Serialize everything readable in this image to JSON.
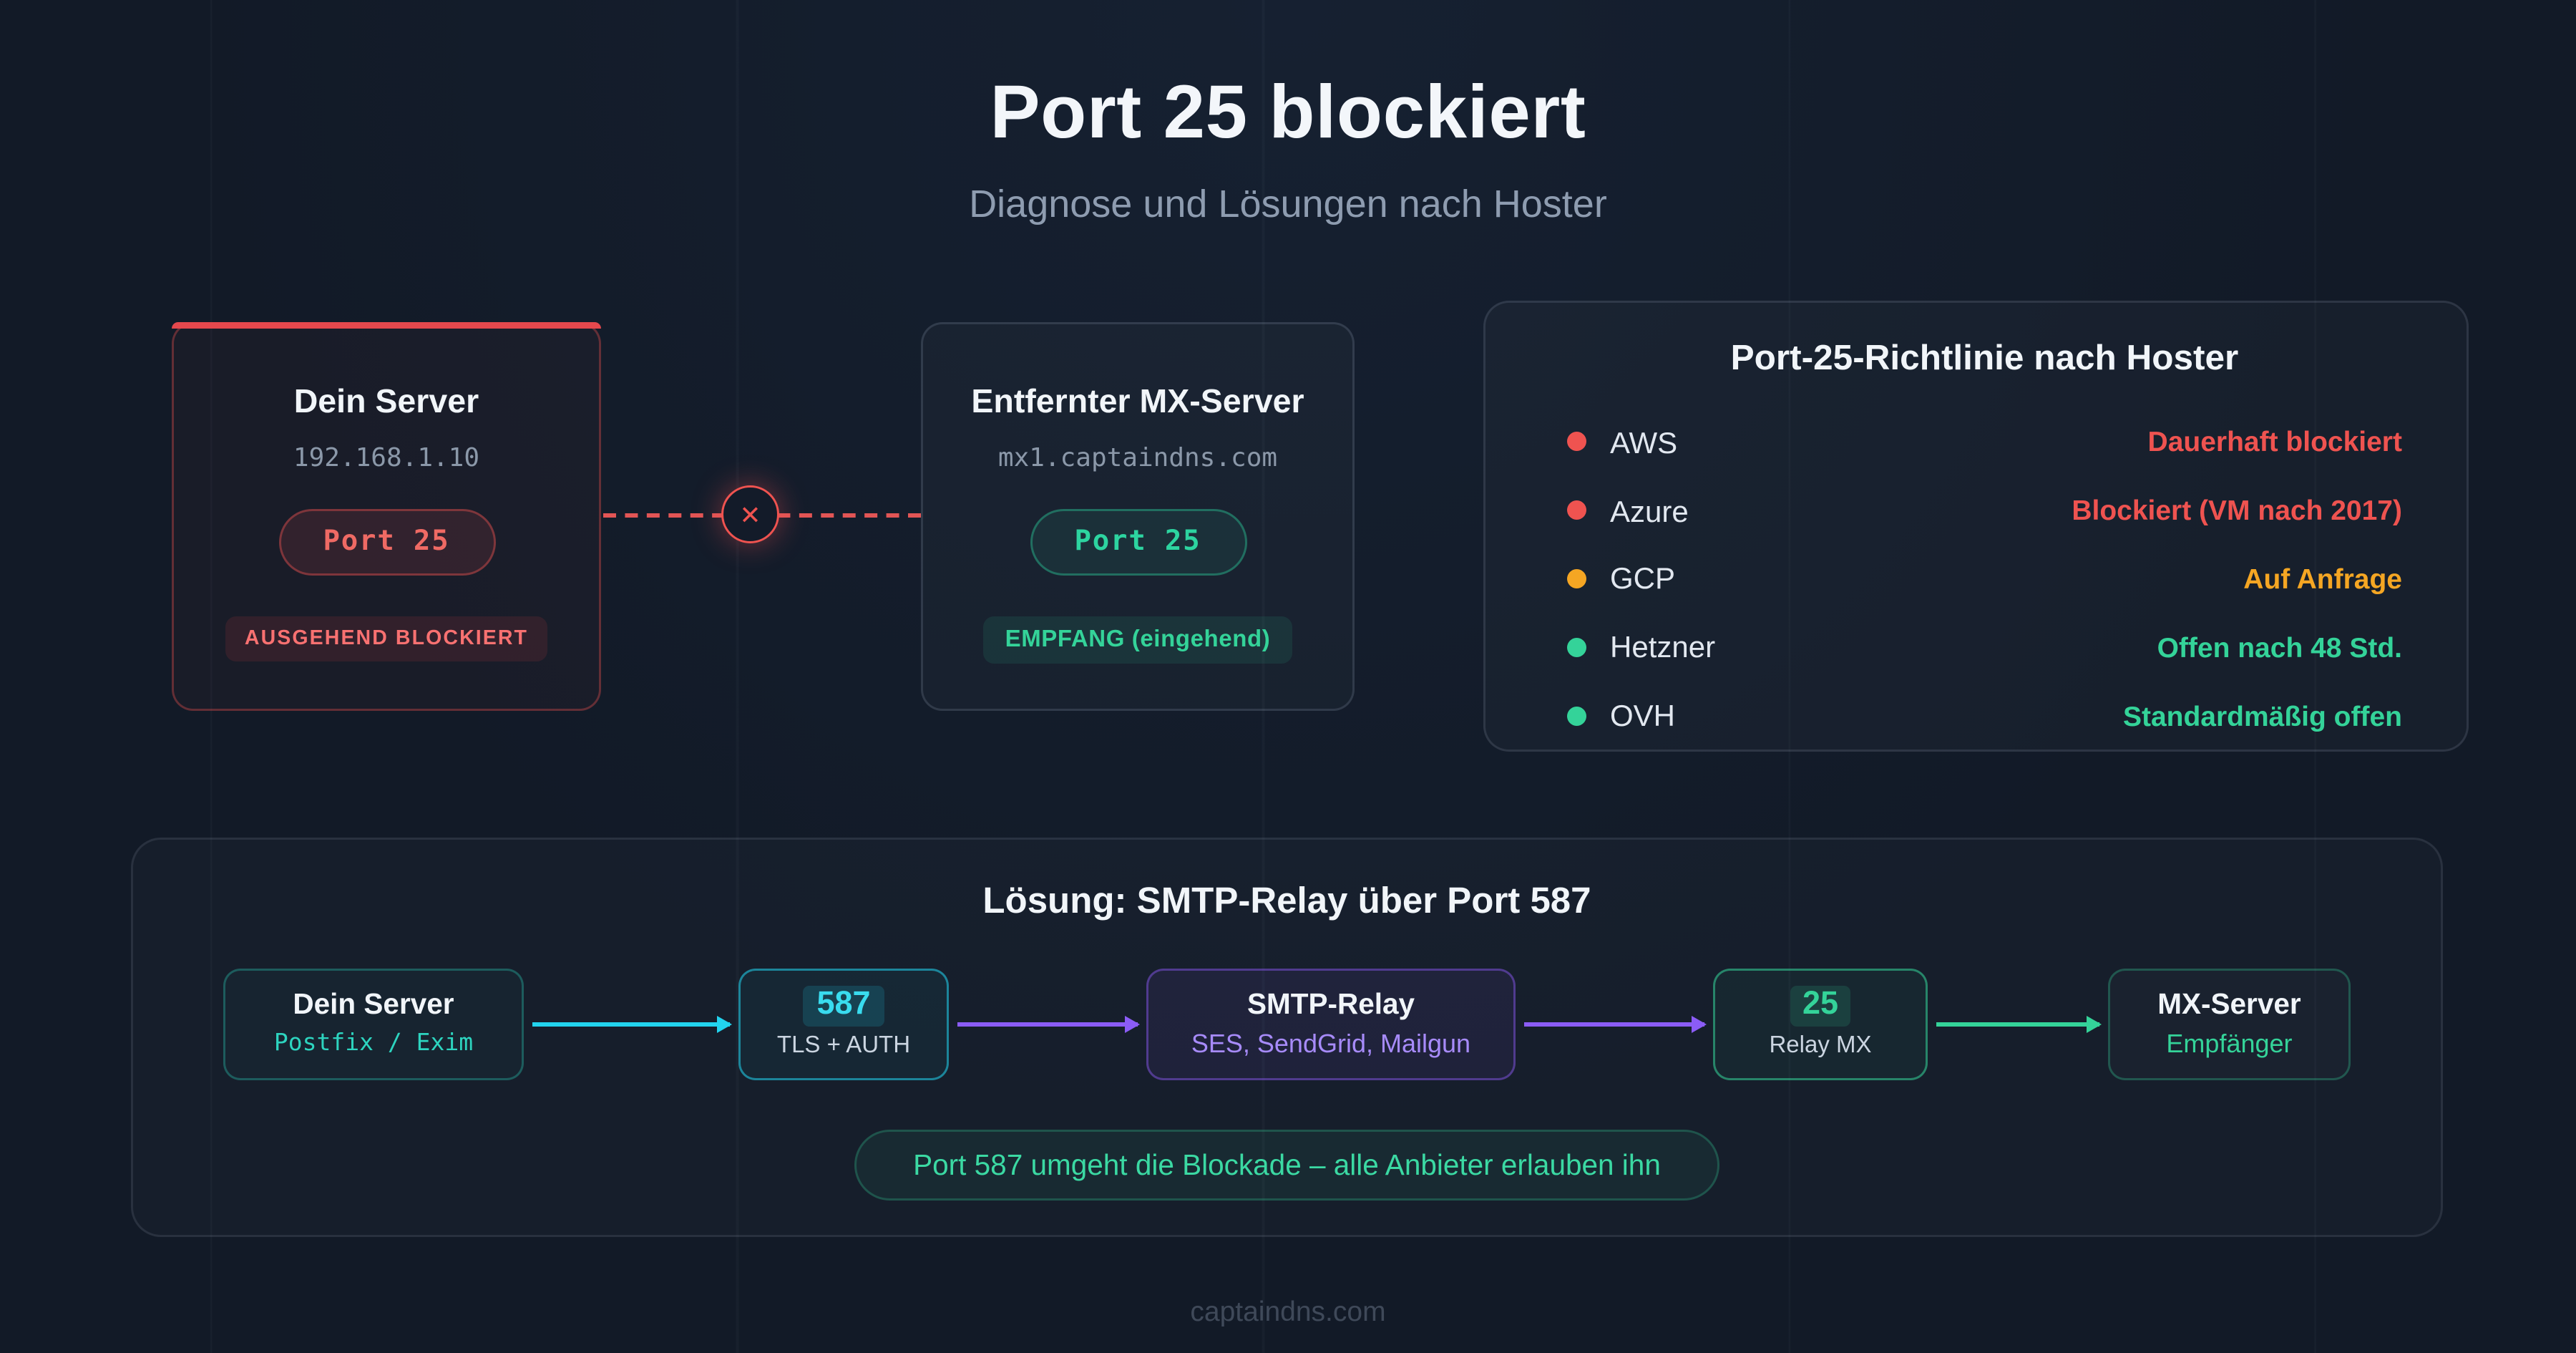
{
  "page": {
    "title": "Port 25 blockiert",
    "subtitle": "Diagnose und Lösungen nach Hoster",
    "footer": "captaindns.com"
  },
  "your_server_card": {
    "title": "Dein Server",
    "ip": "192.168.1.10",
    "port_label": "Port 25",
    "status": "AUSGEHEND BLOCKIERT"
  },
  "mx_server_card": {
    "title": "Entfernter MX-Server",
    "host": "mx1.captaindns.com",
    "port_label": "Port 25",
    "status": "EMPFANG (eingehend)"
  },
  "policy_card": {
    "title": "Port-25-Richtlinie nach Hoster",
    "rows": [
      {
        "provider": "AWS",
        "status": "Dauerhaft blockiert",
        "color": "#ef5350"
      },
      {
        "provider": "Azure",
        "status": "Blockiert (VM nach 2017)",
        "color": "#ef5350"
      },
      {
        "provider": "GCP",
        "status": "Auf Anfrage",
        "color": "#f5a623"
      },
      {
        "provider": "Hetzner",
        "status": "Offen nach 48 Std.",
        "color": "#34d399"
      },
      {
        "provider": "OVH",
        "status": "Standardmäßig offen",
        "color": "#34d399"
      }
    ]
  },
  "solution": {
    "title": "Lösung: SMTP-Relay über Port 587",
    "nodes": [
      {
        "title": "Dein Server",
        "subtitle": "Postfix / Exim"
      },
      {
        "title": "587",
        "subtitle": "TLS + AUTH"
      },
      {
        "title": "SMTP-Relay",
        "subtitle": "SES, SendGrid, Mailgun"
      },
      {
        "title": "25",
        "subtitle": "Relay MX"
      },
      {
        "title": "MX-Server",
        "subtitle": "Empfänger"
      }
    ],
    "note": "Port 587 umgeht die Blockade – alle Anbieter erlauben ihn"
  },
  "colors": {
    "background": "#121a27",
    "red": "#ef5350",
    "amber": "#f5a623",
    "green": "#34d399",
    "teal": "#2dd4bf",
    "cyan": "#22d3ee",
    "purple": "#8b5cf6"
  },
  "icons": {
    "blocked": "✕"
  }
}
